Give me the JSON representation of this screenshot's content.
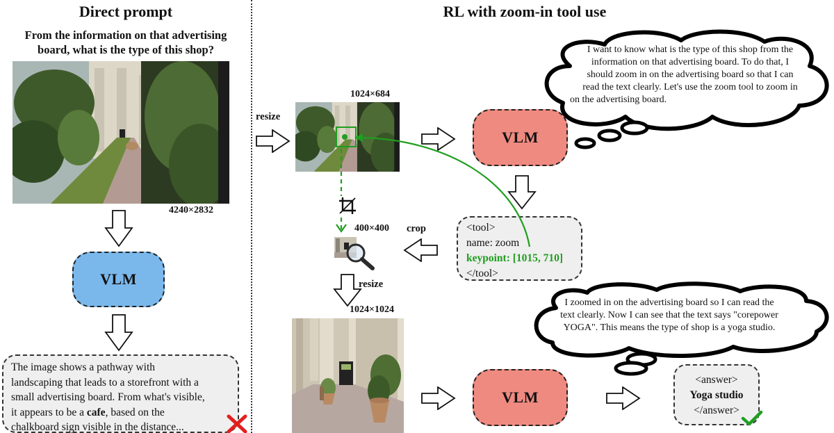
{
  "left": {
    "title": "Direct prompt",
    "question_line1": "From the information on that advertising",
    "question_line2": "board, what is the type of this shop?",
    "image_size": "4240×2832",
    "vlm_label": "VLM",
    "response": {
      "line1": "The image shows a pathway with",
      "line2": "landscaping that leads to a storefront with a",
      "line3": "small advertising board. From what's visible,",
      "line4_pre": "it appears to be a ",
      "line4_bold": "cafe",
      "line4_post": ", based on the",
      "line5": "chalkboard sign visible in the distance..."
    }
  },
  "right": {
    "title": "RL with zoom-in tool use",
    "resize_label": "resize",
    "resized_size": "1024×684",
    "vlm_label": "VLM",
    "thought1": {
      "line1": "I want to know what is the type of this shop from the",
      "line2": "information on that advertising board. To do that, I",
      "line3": "should zoom in on the advertising board so that I can",
      "line4": "read the text clearly. Let's use the zoom tool to zoom in",
      "line5": "on the advertising board."
    },
    "tool_call": {
      "open": "<tool>",
      "name": "name: zoom",
      "keypoint": "keypoint: [1015, 710]",
      "close": "</tool>"
    },
    "crop_size": "400×400",
    "crop_label": "crop",
    "resize_label2": "resize",
    "zoomed_size": "1024×1024",
    "thought2": {
      "line1": "I zoomed in on the advertising board so I can read the",
      "line2": "text clearly. Now I can see that the text says \"corepower",
      "line3": "YOGA\". This means the type of shop is a yoga studio."
    },
    "answer": {
      "open": "<answer>",
      "value": "Yoga studio",
      "close": "</answer>"
    }
  },
  "colors": {
    "vlm_blue": "#7ab8ec",
    "vlm_red": "#ef8a80",
    "box_gray": "#efefef",
    "green": "#1f9e1f",
    "cross_red": "#e0201f"
  }
}
